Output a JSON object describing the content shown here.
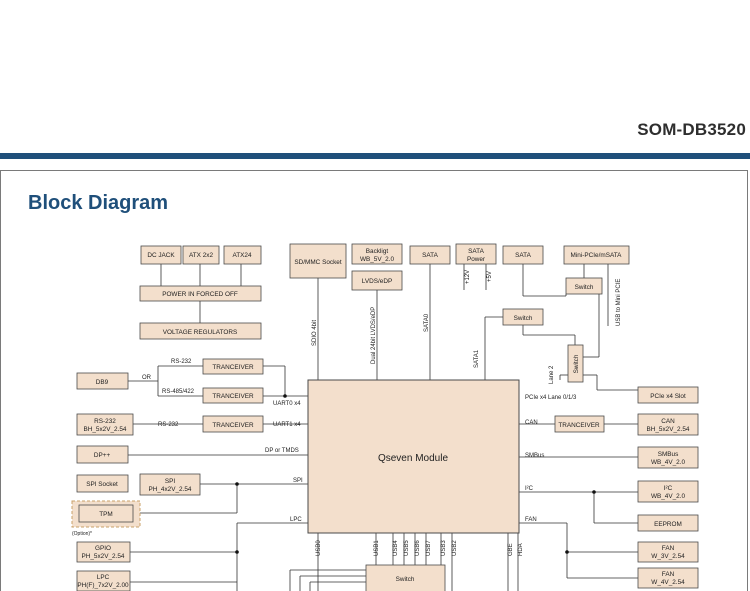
{
  "header": {
    "doc_code": "SOM-DB3520"
  },
  "section_title": "Block Diagram",
  "core": {
    "label": "Qseven Module"
  },
  "power": {
    "dc_jack": "DC JACK",
    "atx2x2": "ATX 2x2",
    "atx24": "ATX24",
    "forced_off": "POWER IN FORCED OFF",
    "regulators": "VOLTAGE  REGULATORS"
  },
  "top": {
    "sdmmc": "SD/MMC Socket",
    "backlight": [
      "Backligt",
      "WB_5V_2.0"
    ],
    "lvds": "LVDS/eDP",
    "sata0": "SATA",
    "sata_power": [
      "SATA",
      "Power"
    ],
    "sata1": "SATA",
    "minipcie": "Mini-PCIe/mSATA",
    "switch_a": "Switch",
    "switch_b": "Switch",
    "switch_c": "Switch"
  },
  "left": {
    "db9": "DB9",
    "tranceiver1": "TRANCEIVER",
    "tranceiver2": "TRANCEIVER",
    "tranceiver3": "TRANCEIVER",
    "rs232_hdr": [
      "RS-232",
      "BH_5x2V_2.54"
    ],
    "dp": "DP++",
    "spi_socket": "SPI Socket",
    "spi_hdr": [
      "SPI",
      "PH_4x2V_2.54"
    ],
    "tpm": "TPM",
    "tpm_note": "(Option)*",
    "gpio": [
      "GPIO",
      "PH_5x2V_2.54"
    ],
    "lpc": [
      "LPC",
      "PH(F)_7x2V_2.00"
    ]
  },
  "right": {
    "pcie_slot": "PCIe x4 Slot",
    "tranceiver_can": "TRANCEIVER",
    "can_hdr": [
      "CAN",
      "BH_5x2V_2.54"
    ],
    "smbus_hdr": [
      "SMBus",
      "WB_4V_2.0"
    ],
    "i2c_hdr": [
      "I²C",
      "WB_4V_2.0"
    ],
    "eeprom": "EEPROM",
    "fan1": [
      "FAN",
      "W_3V_2.54"
    ],
    "fan2": [
      "FAN",
      "W_4V_2.54"
    ],
    "bottom_switch": "Switch"
  },
  "labels": {
    "rs232_a": "RS-232",
    "or": "OR",
    "rs485": "RS-485/422",
    "uart0": "UART0 x4",
    "rs232_b": "RS-232",
    "uart1": "UART1 x4",
    "dp_tmds": "DP or TMDS",
    "spi": "SPI",
    "lpc": "LPC",
    "sdio": "SDIO 4bit",
    "lvds_bus": "Dual 24bit LVDS/eDP",
    "sata0_bus": "SATA0",
    "sata1_bus": "SATA1",
    "p12v": "+12V",
    "p5v": "+5V",
    "usb_minipcie": "USB to Mini PCIE",
    "lane2": "Lane 2",
    "pcie_lanes": "PCIe x4 Lane 0/1/3",
    "can": "CAN",
    "smbus": "SMBus",
    "i2c": "I²C",
    "fan": "FAN",
    "usb0": "USB0",
    "usb1": "USB1",
    "usb4": "USB4",
    "usb5": "USB5",
    "usb6": "USB6",
    "usb7": "USB7",
    "usb3": "USB3",
    "usb2": "USB2",
    "gbe": "GBE",
    "hda": "HDA"
  }
}
